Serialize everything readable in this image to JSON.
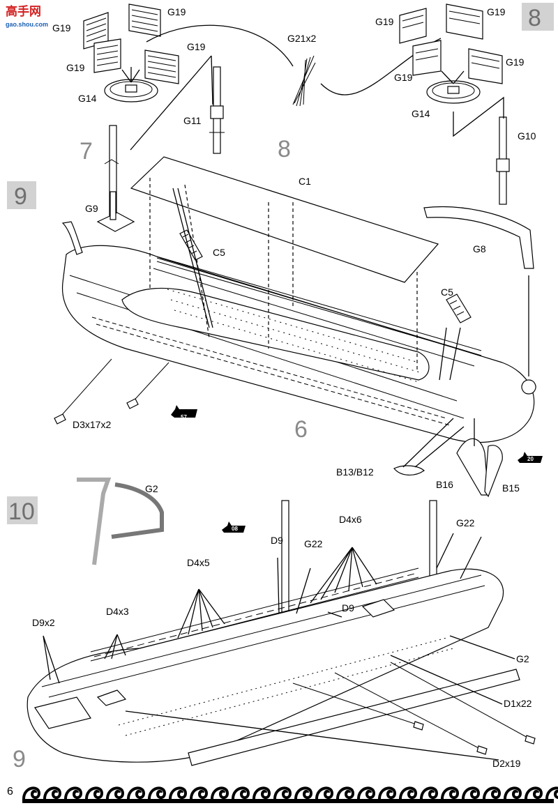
{
  "watermark": {
    "logo": "高手网",
    "url": "gao.shou.com"
  },
  "steps": {
    "s7": "7",
    "s8_top": "8",
    "s8_mast": "8",
    "s9": "9",
    "s10": "10",
    "s6_ref": "6",
    "s9_ref": "9"
  },
  "labels": {
    "g19_l1": "G19",
    "g19_l2": "G19",
    "g19_l3": "G19",
    "g19_l4": "G19",
    "g14_l": "G14",
    "g11": "G11",
    "g21": "G21x2",
    "g19_r1": "G19",
    "g19_r2": "G19",
    "g19_r3": "G19",
    "g19_r4": "G19",
    "g14_r": "G14",
    "g10": "G10",
    "c1": "C1",
    "g9": "G9",
    "c5_a": "C5",
    "c5_b": "C5",
    "g8": "G8",
    "d3": "D3x17x2",
    "b13": "B13/B12",
    "b16": "B16",
    "b15": "B15",
    "g2_a": "G2",
    "d4x6": "D4x6",
    "g22_a": "G22",
    "g22_b": "G22",
    "d9_a": "D9",
    "d4x5": "D4x5",
    "d9_b": "D9",
    "d9x2": "D9x2",
    "d4x3": "D4x3",
    "g2_b": "G2",
    "d1": "D1x22",
    "d2": "D2x19"
  },
  "badges": {
    "b57": "57",
    "b20": "20",
    "b08": "08"
  },
  "page_number": "6"
}
